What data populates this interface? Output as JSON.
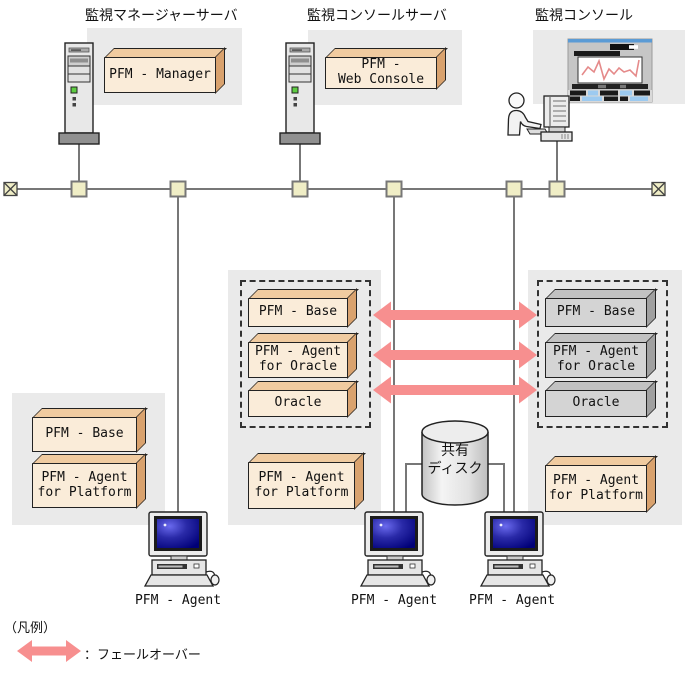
{
  "header": {
    "manager_server_label": "監視マネージャーサーバ",
    "console_server_label": "監視コンソールサーバ",
    "console_label": "監視コンソール"
  },
  "manager_server": {
    "product": "PFM - Manager"
  },
  "console_server": {
    "product": "PFM -\nWeb Console"
  },
  "standalone_agent_host": {
    "base": "PFM - Base",
    "agent_platform": "PFM - Agent\nfor Platform",
    "host_label": "PFM - Agent"
  },
  "cluster_active_host": {
    "base": "PFM - Base",
    "agent_oracle": "PFM - Agent\nfor Oracle",
    "oracle": "Oracle",
    "agent_platform": "PFM - Agent\nfor Platform",
    "host_label": "PFM - Agent"
  },
  "cluster_standby_host": {
    "base": "PFM - Base",
    "agent_oracle": "PFM - Agent\nfor Oracle",
    "oracle": "Oracle",
    "agent_platform": "PFM - Agent\nfor Platform",
    "host_label": "PFM - Agent"
  },
  "shared_disk_label": "共有\nディスク",
  "legend": {
    "title": "（凡例）",
    "failover_label": "：フェールオーバー"
  },
  "colors": {
    "failover_arrow": "#f78f8f",
    "active_box_front": "#faecd9",
    "standby_box_front": "#d4d4d4",
    "panel_background": "#eaeaea",
    "network_node_fill": "#f0eec6"
  }
}
